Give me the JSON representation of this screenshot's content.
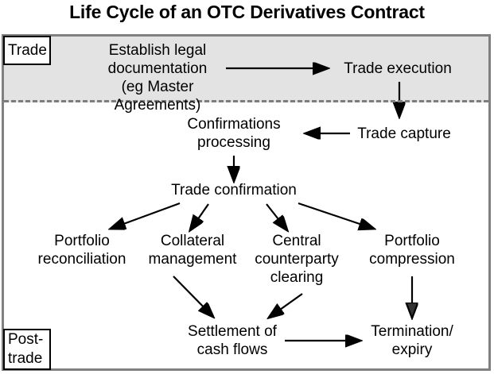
{
  "diagram": {
    "title": "Life Cycle of an OTC Derivatives Contract",
    "phases": [
      {
        "id": "trade",
        "label": "Trade"
      },
      {
        "id": "post-trade",
        "label": "Post-\ntrade"
      }
    ],
    "colors": {
      "band_fill": "#e3e3e3",
      "frame_border": "#808080",
      "divider": "#7d7d7d",
      "text": "#000000",
      "background": "#ffffff"
    },
    "nodes": [
      {
        "id": "establish-legal-documentation",
        "label": "Establish legal\ndocumentation\n(eg Master Agreements)",
        "phase": "trade"
      },
      {
        "id": "trade-execution",
        "label": "Trade execution",
        "phase": "trade"
      },
      {
        "id": "trade-capture",
        "label": "Trade capture",
        "phase": "post-trade"
      },
      {
        "id": "confirmations-processing",
        "label": "Confirmations\nprocessing",
        "phase": "post-trade"
      },
      {
        "id": "trade-confirmation",
        "label": "Trade confirmation",
        "phase": "post-trade"
      },
      {
        "id": "portfolio-reconciliation",
        "label": "Portfolio\nreconciliation",
        "phase": "post-trade"
      },
      {
        "id": "collateral-management",
        "label": "Collateral\nmanagement",
        "phase": "post-trade"
      },
      {
        "id": "central-counterparty-clearing",
        "label": "Central\ncounterparty\nclearing",
        "phase": "post-trade"
      },
      {
        "id": "portfolio-compression",
        "label": "Portfolio\ncompression",
        "phase": "post-trade"
      },
      {
        "id": "settlement-of-cash-flows",
        "label": "Settlement of\ncash flows",
        "phase": "post-trade"
      },
      {
        "id": "termination-expiry",
        "label": "Termination/\nexpiry",
        "phase": "post-trade"
      }
    ],
    "edges": [
      {
        "from": "establish-legal-documentation",
        "to": "trade-execution"
      },
      {
        "from": "trade-execution",
        "to": "trade-capture"
      },
      {
        "from": "trade-capture",
        "to": "confirmations-processing"
      },
      {
        "from": "confirmations-processing",
        "to": "trade-confirmation"
      },
      {
        "from": "trade-confirmation",
        "to": "portfolio-reconciliation"
      },
      {
        "from": "trade-confirmation",
        "to": "collateral-management"
      },
      {
        "from": "trade-confirmation",
        "to": "central-counterparty-clearing"
      },
      {
        "from": "trade-confirmation",
        "to": "portfolio-compression"
      },
      {
        "from": "collateral-management",
        "to": "settlement-of-cash-flows"
      },
      {
        "from": "central-counterparty-clearing",
        "to": "settlement-of-cash-flows"
      },
      {
        "from": "portfolio-compression",
        "to": "termination-expiry"
      },
      {
        "from": "settlement-of-cash-flows",
        "to": "termination-expiry"
      }
    ]
  }
}
